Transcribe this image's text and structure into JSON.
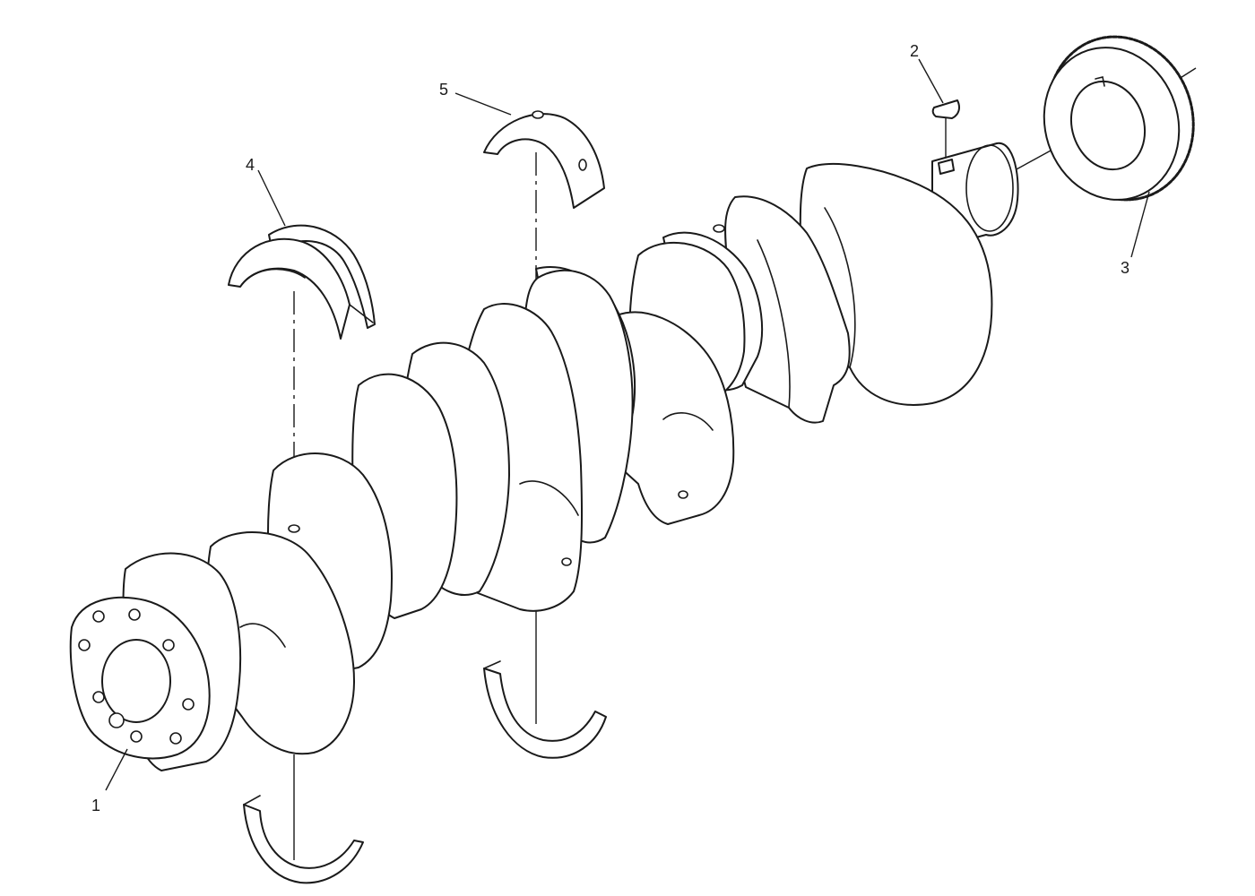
{
  "callouts": [
    {
      "id": "crankshaft",
      "label": "1"
    },
    {
      "id": "key",
      "label": "2"
    },
    {
      "id": "gear",
      "label": "3"
    },
    {
      "id": "thrust-bearing",
      "label": "4"
    },
    {
      "id": "main-bearing",
      "label": "5"
    }
  ],
  "colors": {
    "line": "#1a1a1a",
    "background": "#ffffff"
  }
}
